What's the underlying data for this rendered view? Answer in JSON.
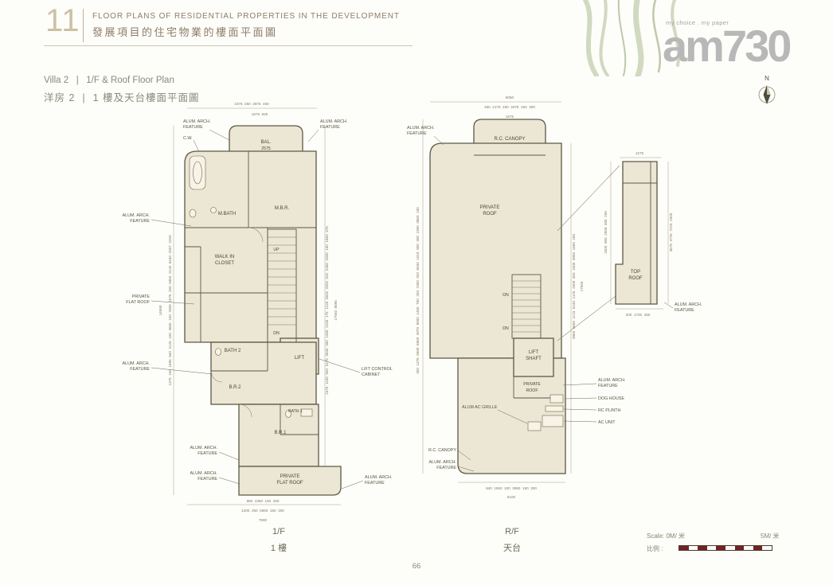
{
  "header": {
    "section_number": "11",
    "title_en": "FLOOR PLANS OF RESIDENTIAL PROPERTIES IN THE DEVELOPMENT",
    "title_zh": "發展項目的住宅物業的樓面平面圖"
  },
  "branding": {
    "tagline": "my choice . my paper",
    "logo_text": "am730"
  },
  "compass": {
    "north": "N"
  },
  "subtitle": {
    "en": "Villa 2   |   1/F & Roof Floor Plan",
    "zh": "洋房 2  |  1 樓及天台樓面平面圖"
  },
  "labels": {
    "alum_arch_l1": "ALUM. ARCH.",
    "alum_arch_l2": "FEATURE",
    "cw": "C.W.",
    "private_l1": "PRIVATE",
    "flat_roof_l2": "FLAT ROOF",
    "roof_l2": "ROOF",
    "lift_control_l1": "LIFT CONTROL",
    "lift_control_l2": "CABINET",
    "dog_house": "DOG HOUSE",
    "rc_plinth": "RC PLINTH",
    "ac_unit": "AC UNIT",
    "alum_ac_grille": "ALUM AC GRILLE",
    "rc_canopy": "R.C. CANOPY"
  },
  "plan_1f": {
    "caption_en": "1/F",
    "caption_zh": "1 樓",
    "rooms": {
      "bal": "BAL.",
      "bal_dim": "2575",
      "mbath": "M.BATH",
      "mbr": "M.B.R.",
      "closet_l1": "WALK IN",
      "closet_l2": "CLOSET",
      "up": "UP",
      "dn": "DN",
      "bath2": "BATH 2",
      "lift": "LIFT",
      "br2": "B.R.2",
      "bath1": "BATH 1",
      "br1": "B.R.1"
    },
    "dims": {
      "top1": [
        "2375",
        "250",
        "2875",
        "450"
      ],
      "top2": [
        "1675",
        "825"
      ],
      "bottom1": [
        "850",
        "4350",
        "150",
        "250"
      ],
      "bottom2": [
        "1200",
        "250",
        "5950",
        "150",
        "300"
      ],
      "bottom3": [
        "7900"
      ],
      "left": [
        "1375",
        "150",
        "1695",
        "940",
        "2125",
        "100",
        "4605",
        "150",
        "2000",
        "1075",
        "250",
        "5950",
        "2125",
        "6440",
        "2507",
        "2250"
      ],
      "left_total": [
        "14590"
      ],
      "right": [
        "2575",
        "1100",
        "940",
        "3175",
        "3940",
        "300",
        "1300",
        "2100",
        "175",
        "1225",
        "3625",
        "2825",
        "325",
        "2450",
        "2000",
        "150",
        "1650",
        "375"
      ],
      "right_total": [
        "17940",
        "8690"
      ]
    }
  },
  "plan_rf": {
    "caption_en": "R/F",
    "caption_zh": "天台",
    "rooms": {
      "dn": "DN",
      "lift_l1": "LIFT",
      "shaft_l2": "SHAFT"
    },
    "dims": {
      "top1": [
        "6050"
      ],
      "top2": [
        "450",
        "2175",
        "250",
        "2875",
        "250",
        "300"
      ],
      "top3": [
        "1675"
      ],
      "bottom1": [
        "840",
        "1550",
        "100",
        "3950",
        "150",
        "300"
      ],
      "bottom2": [
        "6100"
      ],
      "left": [
        "450",
        "1375",
        "5500",
        "6600",
        "4970",
        "6000",
        "1450",
        "700",
        "250",
        "2350",
        "920",
        "6530",
        "1018",
        "850",
        "300",
        "1550",
        "3850",
        "100"
      ],
      "right": [
        "4850",
        "5600",
        "1123",
        "8240",
        "1125",
        "2000",
        "300",
        "1005",
        "3950",
        "1650",
        "250"
      ],
      "right_total": [
        "17940"
      ]
    }
  },
  "top_roof": {
    "label_l1": "TOP",
    "label_l2": "ROOF",
    "dims": {
      "top": [
        "1275"
      ],
      "bottom": [
        "200",
        "1725",
        "450"
      ],
      "right": [
        "3675",
        "4725",
        "7225",
        "2500"
      ],
      "left": [
        "1000",
        "950",
        "2500",
        "300",
        "200"
      ]
    }
  },
  "scale_bar": {
    "label": "Scale: 0M/ 米",
    "end_label": "5M/ 米",
    "label_zh": "比例 :"
  },
  "footer": {
    "page_number": "66"
  }
}
